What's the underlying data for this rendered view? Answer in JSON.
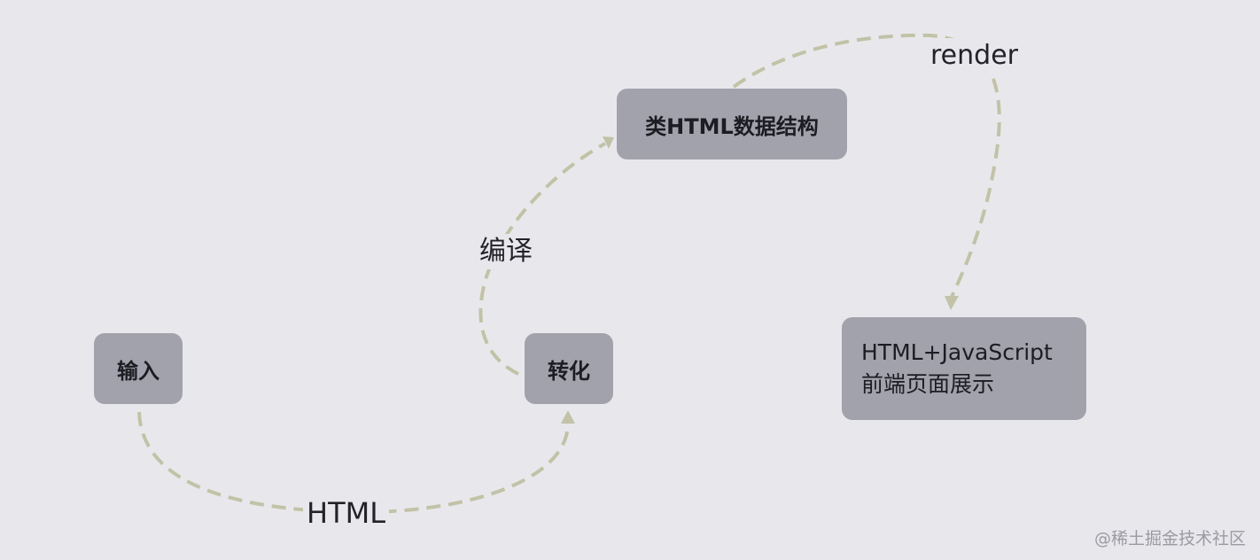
{
  "diagram": {
    "nodes": {
      "input": "输入",
      "convert": "转化",
      "html_like": "类HTML数据结构",
      "output_line1": "HTML+JavaScript",
      "output_line2": "前端页面展示"
    },
    "edges": {
      "input_to_convert": "HTML",
      "convert_to_html_like": "编译",
      "html_like_to_output": "render"
    },
    "colors": {
      "background": "#e8e8ec",
      "node_fill": "#a2a2ad",
      "connector": "#c2c2a8",
      "text": "#1c1c22"
    }
  },
  "watermark": "@稀土掘金技术社区"
}
